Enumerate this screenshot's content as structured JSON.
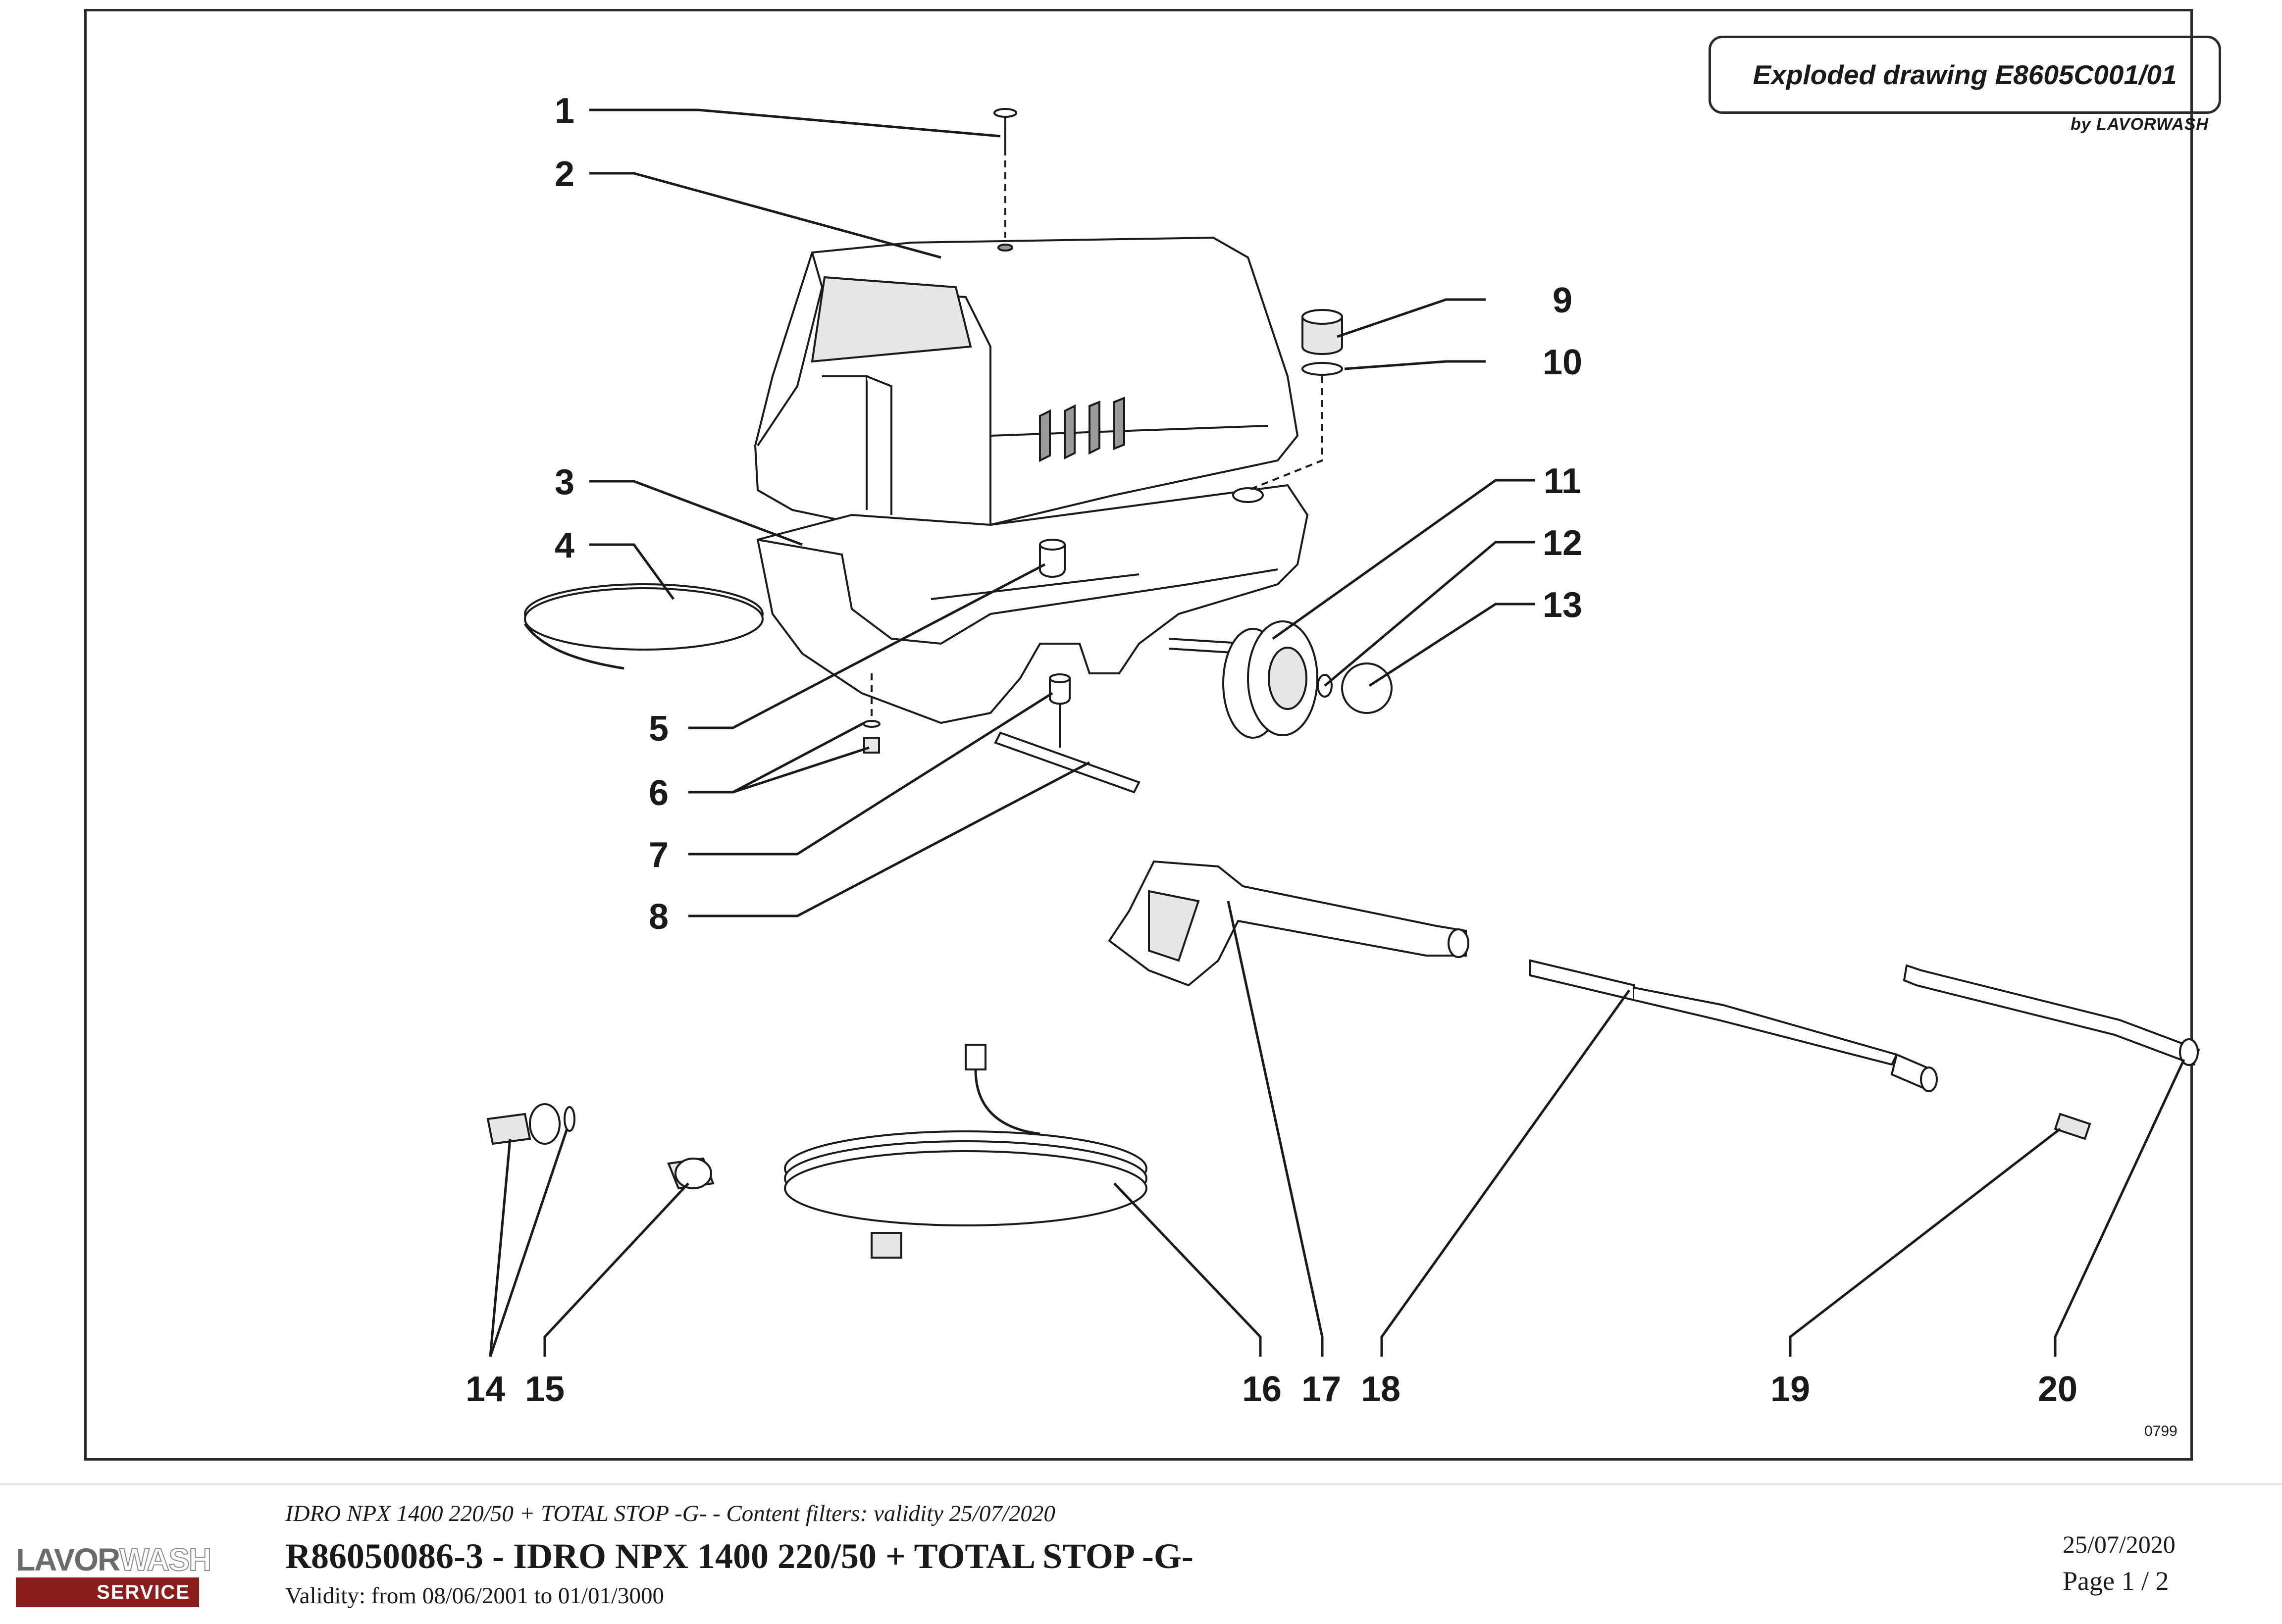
{
  "header": {
    "title": "Exploded drawing E8605C001/01",
    "by": "by LAVORWASH"
  },
  "callouts": [
    "1",
    "2",
    "3",
    "4",
    "5",
    "6",
    "7",
    "8",
    "9",
    "10",
    "11",
    "12",
    "13",
    "14",
    "15",
    "16",
    "17",
    "18",
    "19",
    "20"
  ],
  "drawing_code": "0799",
  "footer": {
    "logo_lavor": "LAVOR",
    "logo_wash": "WASH",
    "logo_service": "SERVICE",
    "filters": "IDRO NPX 1400 220/50 + TOTAL STOP -G- - Content filters: validity 25/07/2020",
    "title": "R86050086-3 - IDRO NPX 1400 220/50 + TOTAL STOP -G-",
    "validity": "Validity: from 08/06/2001 to 01/01/3000",
    "date": "25/07/2020",
    "page": "Page 1 / 2"
  }
}
